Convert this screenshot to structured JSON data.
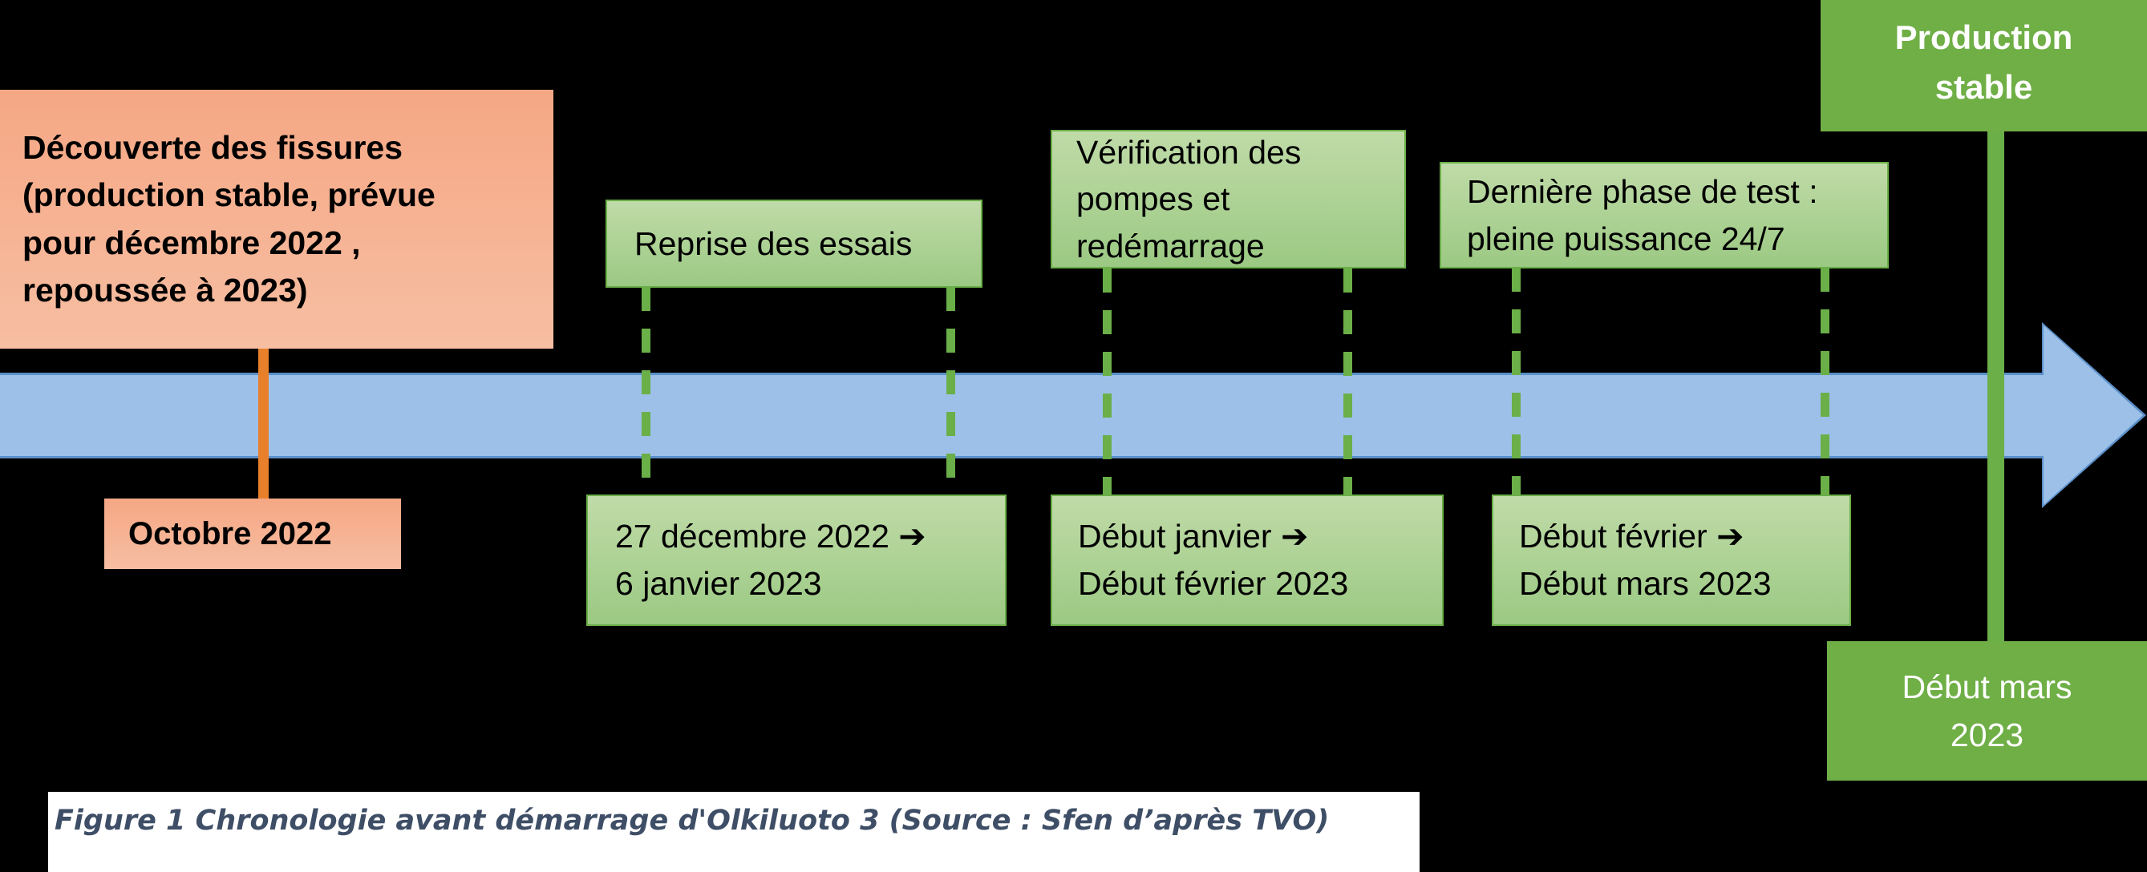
{
  "figure": {
    "caption": "Figure 1 Chronologie avant démarrage d'Olkiluoto 3 (Source : Sfen d’après TVO)"
  },
  "timeline": {
    "arrow_label": "timeline-arrow",
    "colors": {
      "arrow_fill": "#9DC0E8",
      "arrow_stroke": "#5B8FC9",
      "peach_fill": "#F5A784",
      "light_green_fill": "#ADD196",
      "light_green_stroke": "#6AAF48",
      "dark_green_fill": "#6FAF46",
      "orange_connector": "#E8802B",
      "caption_text": "#3E4E66",
      "background": "#000000"
    }
  },
  "events": {
    "discovery": {
      "line1": "Découverte des fissures",
      "line2": "(production stable, prévue",
      "line3": "pour décembre 2022 ,",
      "line4": "repoussée à 2023)",
      "date_label": "Octobre 2022"
    },
    "reprise": {
      "title": "Reprise des essais",
      "date_line1": "27 décembre 2022 ➔",
      "date_line2": "6 janvier 2023"
    },
    "verification": {
      "title_line1": "Vérification des",
      "title_line2": "pompes et",
      "title_line3": "redémarrage",
      "date_line1": "Début janvier ➔",
      "date_line2": "Début février 2023"
    },
    "derniere_phase": {
      "title_line1": "Dernière phase de test :",
      "title_line2": "pleine puissance 24/7",
      "date_line1": "Début février ➔",
      "date_line2": "Début mars 2023"
    },
    "production": {
      "title_line1": "Production",
      "title_line2": "stable",
      "date_line1": "Début mars",
      "date_line2": "2023"
    }
  }
}
